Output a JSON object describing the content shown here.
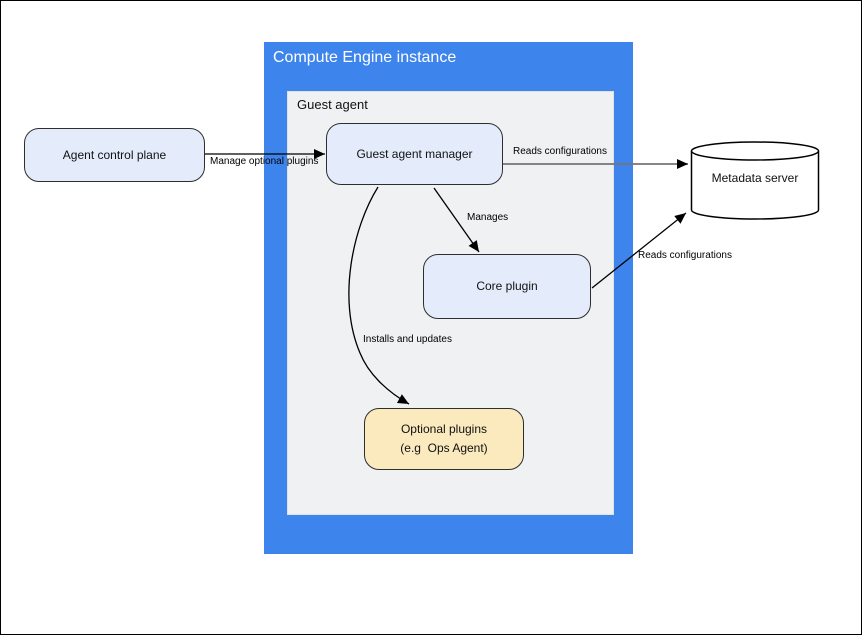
{
  "diagram": {
    "compute_engine": {
      "title": "Compute Engine instance"
    },
    "guest_agent": {
      "title": "Guest agent"
    },
    "nodes": {
      "agent_control_plane": {
        "label": "Agent control plane"
      },
      "guest_agent_manager": {
        "label": "Guest agent manager"
      },
      "core_plugin": {
        "label": "Core plugin"
      },
      "optional_plugins": {
        "label_line1": "Optional plugins",
        "label_line2": "(e.g  Ops Agent)"
      },
      "metadata_server": {
        "label": "Metadata server"
      }
    },
    "edges": {
      "manage_optional_plugins": {
        "label": "Manage optional plugins"
      },
      "reads_configurations_manager": {
        "label": "Reads configurations"
      },
      "manages": {
        "label": "Manages"
      },
      "installs_and_updates": {
        "label": "Installs and updates"
      },
      "reads_configurations_core": {
        "label": "Reads configurations"
      }
    },
    "colors": {
      "zone_blue": "#3d85ec",
      "zone_title_text": "#ffffff",
      "panel_gray": "#f0f1f3",
      "node_blue_fill": "#e4ecfc",
      "node_yellow_fill": "#faeabd",
      "node_border": "#2e2e2e",
      "edge_black": "#000000",
      "edge_gray": "#757575",
      "cylinder_fill": "#ffffff"
    }
  }
}
